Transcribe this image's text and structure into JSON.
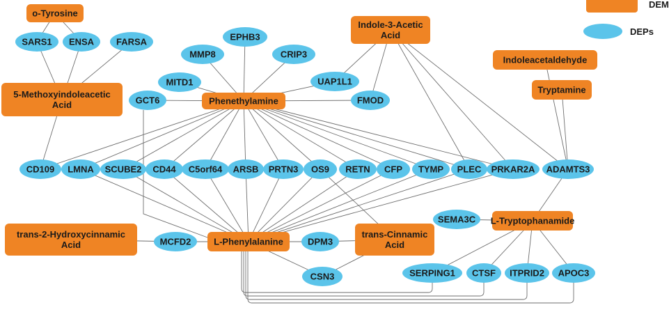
{
  "legend": {
    "dem_label": "DEMs",
    "dep_label": "DEPs",
    "dem_color": "#ef8424",
    "dep_color": "#5bc4ea"
  },
  "nodes": [
    {
      "id": "o_tyrosine",
      "type": "DEM",
      "lines": [
        "o-Tyrosine"
      ]
    },
    {
      "id": "methoxyindoleacetic",
      "type": "DEM",
      "lines": [
        "5-Methoxyindoleacetic",
        "Acid"
      ]
    },
    {
      "id": "phenethylamine",
      "type": "DEM",
      "lines": [
        "Phenethylamine"
      ]
    },
    {
      "id": "indole3acetic",
      "type": "DEM",
      "lines": [
        "Indole-3-Acetic",
        "Acid"
      ]
    },
    {
      "id": "indoleacetaldehyde",
      "type": "DEM",
      "lines": [
        "Indoleacetaldehyde"
      ]
    },
    {
      "id": "tryptamine",
      "type": "DEM",
      "lines": [
        "Tryptamine"
      ]
    },
    {
      "id": "l_tryptophanamide",
      "type": "DEM",
      "lines": [
        "L-Tryptophanamide"
      ]
    },
    {
      "id": "hydroxycinnamic",
      "type": "DEM",
      "lines": [
        "trans-2-Hydroxycinnamic",
        "Acid"
      ]
    },
    {
      "id": "l_phenylalanine",
      "type": "DEM",
      "lines": [
        "L-Phenylalanine"
      ]
    },
    {
      "id": "trans_cinnamic",
      "type": "DEM",
      "lines": [
        "trans-Cinnamic",
        "Acid"
      ]
    },
    {
      "id": "SARS1",
      "type": "DEP",
      "lines": [
        "SARS1"
      ]
    },
    {
      "id": "ENSA",
      "type": "DEP",
      "lines": [
        "ENSA"
      ]
    },
    {
      "id": "FARSA",
      "type": "DEP",
      "lines": [
        "FARSA"
      ]
    },
    {
      "id": "EPHB3",
      "type": "DEP",
      "lines": [
        "EPHB3"
      ]
    },
    {
      "id": "MMP8",
      "type": "DEP",
      "lines": [
        "MMP8"
      ]
    },
    {
      "id": "CRIP3",
      "type": "DEP",
      "lines": [
        "CRIP3"
      ]
    },
    {
      "id": "MITD1",
      "type": "DEP",
      "lines": [
        "MITD1"
      ]
    },
    {
      "id": "UAP1L1",
      "type": "DEP",
      "lines": [
        "UAP1L1"
      ]
    },
    {
      "id": "GCT6",
      "type": "DEP",
      "lines": [
        "GCT6"
      ]
    },
    {
      "id": "FMOD",
      "type": "DEP",
      "lines": [
        "FMOD"
      ]
    },
    {
      "id": "CD109",
      "type": "DEP",
      "lines": [
        "CD109"
      ]
    },
    {
      "id": "LMNA",
      "type": "DEP",
      "lines": [
        "LMNA"
      ]
    },
    {
      "id": "SCUBE2",
      "type": "DEP",
      "lines": [
        "SCUBE2"
      ]
    },
    {
      "id": "CD44",
      "type": "DEP",
      "lines": [
        "CD44"
      ]
    },
    {
      "id": "C5orf64",
      "type": "DEP",
      "lines": [
        "C5orf64"
      ]
    },
    {
      "id": "ARSB",
      "type": "DEP",
      "lines": [
        "ARSB"
      ]
    },
    {
      "id": "PRTN3",
      "type": "DEP",
      "lines": [
        "PRTN3"
      ]
    },
    {
      "id": "OS9",
      "type": "DEP",
      "lines": [
        "OS9"
      ]
    },
    {
      "id": "RETN",
      "type": "DEP",
      "lines": [
        "RETN"
      ]
    },
    {
      "id": "CFP",
      "type": "DEP",
      "lines": [
        "CFP"
      ]
    },
    {
      "id": "TYMP",
      "type": "DEP",
      "lines": [
        "TYMP"
      ]
    },
    {
      "id": "PLEC",
      "type": "DEP",
      "lines": [
        "PLEC"
      ]
    },
    {
      "id": "PRKAR2A",
      "type": "DEP",
      "lines": [
        "PRKAR2A"
      ]
    },
    {
      "id": "ADAMTS3",
      "type": "DEP",
      "lines": [
        "ADAMTS3"
      ]
    },
    {
      "id": "SEMA3C",
      "type": "DEP",
      "lines": [
        "SEMA3C"
      ]
    },
    {
      "id": "MCFD2",
      "type": "DEP",
      "lines": [
        "MCFD2"
      ]
    },
    {
      "id": "DPM3",
      "type": "DEP",
      "lines": [
        "DPM3"
      ]
    },
    {
      "id": "CSN3",
      "type": "DEP",
      "lines": [
        "CSN3"
      ]
    },
    {
      "id": "SERPING1",
      "type": "DEP",
      "lines": [
        "SERPING1"
      ]
    },
    {
      "id": "CTSF",
      "type": "DEP",
      "lines": [
        "CTSF"
      ]
    },
    {
      "id": "ITPRID2",
      "type": "DEP",
      "lines": [
        "ITPRID2"
      ]
    },
    {
      "id": "APOC3",
      "type": "DEP",
      "lines": [
        "APOC3"
      ]
    }
  ],
  "edges": [
    [
      "o_tyrosine",
      "SARS1"
    ],
    [
      "o_tyrosine",
      "ENSA"
    ],
    [
      "methoxyindoleacetic",
      "SARS1"
    ],
    [
      "methoxyindoleacetic",
      "ENSA"
    ],
    [
      "methoxyindoleacetic",
      "FARSA"
    ],
    [
      "methoxyindoleacetic",
      "CD109"
    ],
    [
      "phenethylamine",
      "EPHB3"
    ],
    [
      "phenethylamine",
      "MMP8"
    ],
    [
      "phenethylamine",
      "CRIP3"
    ],
    [
      "phenethylamine",
      "MITD1"
    ],
    [
      "phenethylamine",
      "UAP1L1"
    ],
    [
      "phenethylamine",
      "GCT6"
    ],
    [
      "phenethylamine",
      "FMOD"
    ],
    [
      "phenethylamine",
      "CD109"
    ],
    [
      "phenethylamine",
      "LMNA"
    ],
    [
      "phenethylamine",
      "SCUBE2"
    ],
    [
      "phenethylamine",
      "CD44"
    ],
    [
      "phenethylamine",
      "C5orf64"
    ],
    [
      "phenethylamine",
      "ARSB"
    ],
    [
      "phenethylamine",
      "PRTN3"
    ],
    [
      "phenethylamine",
      "OS9"
    ],
    [
      "phenethylamine",
      "RETN"
    ],
    [
      "phenethylamine",
      "CFP"
    ],
    [
      "phenethylamine",
      "TYMP"
    ],
    [
      "phenethylamine",
      "PLEC"
    ],
    [
      "phenethylamine",
      "PRKAR2A"
    ],
    [
      "indole3acetic",
      "UAP1L1"
    ],
    [
      "indole3acetic",
      "FMOD"
    ],
    [
      "indole3acetic",
      "PLEC"
    ],
    [
      "indole3acetic",
      "PRKAR2A"
    ],
    [
      "indole3acetic",
      "ADAMTS3"
    ],
    [
      "indoleacetaldehyde",
      "ADAMTS3"
    ],
    [
      "tryptamine",
      "ADAMTS3"
    ],
    [
      "l_tryptophanamide",
      "ADAMTS3"
    ],
    [
      "l_tryptophanamide",
      "SEMA3C"
    ],
    [
      "l_tryptophanamide",
      "SERPING1"
    ],
    [
      "l_tryptophanamide",
      "CTSF"
    ],
    [
      "l_tryptophanamide",
      "ITPRID2"
    ],
    [
      "l_tryptophanamide",
      "APOC3"
    ],
    [
      "hydroxycinnamic",
      "MCFD2"
    ],
    [
      "l_phenylalanine",
      "MCFD2"
    ],
    [
      "l_phenylalanine",
      "DPM3"
    ],
    [
      "l_phenylalanine",
      "CSN3"
    ],
    [
      "trans_cinnamic",
      "DPM3"
    ],
    [
      "trans_cinnamic",
      "CSN3"
    ],
    [
      "trans_cinnamic",
      "OS9"
    ],
    [
      "l_phenylalanine",
      "GCT6"
    ],
    [
      "l_phenylalanine",
      "LMNA"
    ],
    [
      "l_phenylalanine",
      "SCUBE2"
    ],
    [
      "l_phenylalanine",
      "CD44"
    ],
    [
      "l_phenylalanine",
      "C5orf64"
    ],
    [
      "l_phenylalanine",
      "ARSB"
    ],
    [
      "l_phenylalanine",
      "PRTN3"
    ],
    [
      "l_phenylalanine",
      "OS9"
    ],
    [
      "l_phenylalanine",
      "RETN"
    ],
    [
      "l_phenylalanine",
      "CFP"
    ],
    [
      "l_phenylalanine",
      "TYMP"
    ],
    [
      "l_phenylalanine",
      "PLEC"
    ],
    [
      "l_phenylalanine",
      "PRKAR2A"
    ],
    [
      "l_phenylalanine",
      "SERPING1"
    ],
    [
      "l_phenylalanine",
      "CTSF"
    ],
    [
      "l_phenylalanine",
      "ITPRID2"
    ],
    [
      "l_phenylalanine",
      "APOC3"
    ]
  ]
}
